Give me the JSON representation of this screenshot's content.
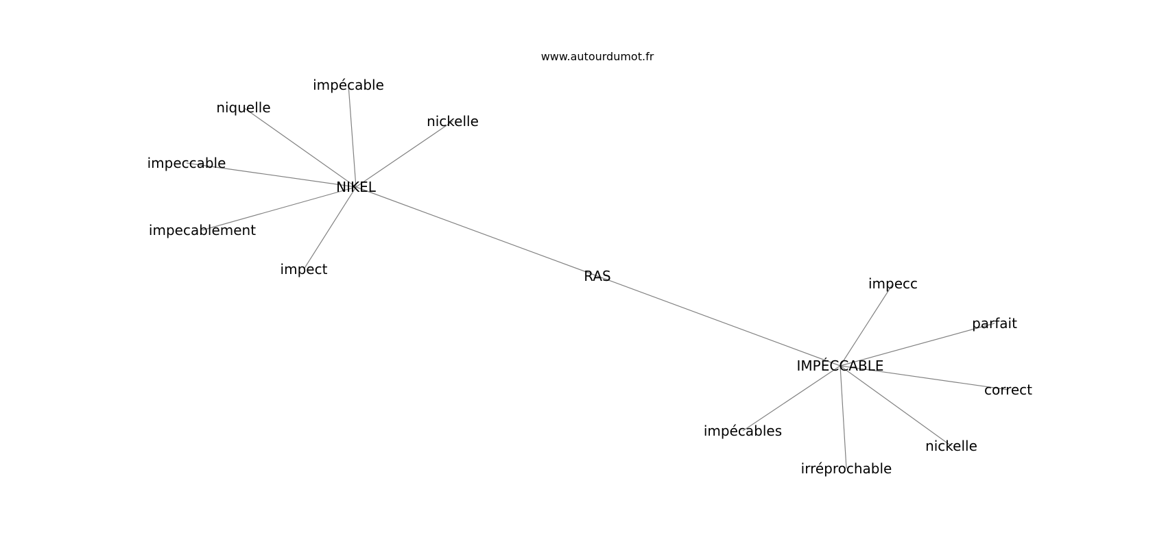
{
  "watermark": "www.autourdumot.fr",
  "nodes": [
    {
      "id": "nikel",
      "label": "NIKEL"
    },
    {
      "id": "ras",
      "label": "RAS"
    },
    {
      "id": "impeccable_caps",
      "label": "IMPÉCCABLE"
    },
    {
      "id": "impecable",
      "label": "impécable"
    },
    {
      "id": "niquelle",
      "label": "niquelle"
    },
    {
      "id": "nickelle_1",
      "label": "nickelle"
    },
    {
      "id": "impeccable",
      "label": "impeccable"
    },
    {
      "id": "impecablement",
      "label": "impecablement"
    },
    {
      "id": "impect",
      "label": "impect"
    },
    {
      "id": "impecc",
      "label": "impecc"
    },
    {
      "id": "parfait",
      "label": "parfait"
    },
    {
      "id": "correct",
      "label": "correct"
    },
    {
      "id": "nickelle_2",
      "label": "nickelle"
    },
    {
      "id": "irreprochable",
      "label": "irréprochable"
    },
    {
      "id": "impecables",
      "label": "impécables"
    }
  ],
  "edges": [
    [
      "nikel",
      "impecable"
    ],
    [
      "nikel",
      "niquelle"
    ],
    [
      "nikel",
      "nickelle_1"
    ],
    [
      "nikel",
      "impeccable"
    ],
    [
      "nikel",
      "impecablement"
    ],
    [
      "nikel",
      "impect"
    ],
    [
      "nikel",
      "ras"
    ],
    [
      "ras",
      "impeccable_caps"
    ],
    [
      "impeccable_caps",
      "impecc"
    ],
    [
      "impeccable_caps",
      "parfait"
    ],
    [
      "impeccable_caps",
      "correct"
    ],
    [
      "impeccable_caps",
      "nickelle_2"
    ],
    [
      "impeccable_caps",
      "irreprochable"
    ],
    [
      "impeccable_caps",
      "impecables"
    ]
  ]
}
